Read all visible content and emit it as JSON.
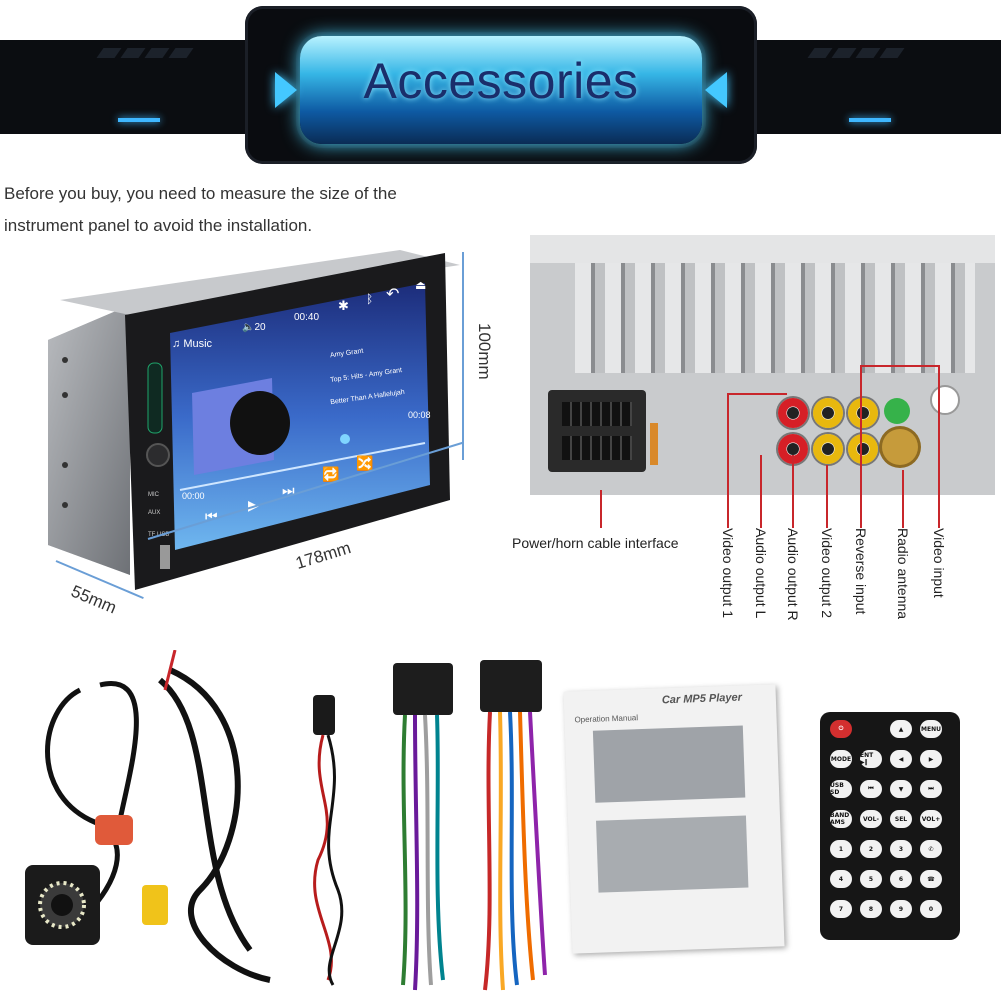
{
  "banner": {
    "title": "Accessories"
  },
  "intro": {
    "text": "Before you buy, you need to measure the size of the instrument panel to avoid the installation."
  },
  "head_unit": {
    "dims": {
      "height": "100mm",
      "width": "178mm",
      "depth": "55mm"
    },
    "screen": {
      "app": "Music",
      "volume": "20",
      "clock": "00:40",
      "artist": "Amy Grant",
      "album": "Top 5: Hits - Amy Grant",
      "track": "Better Than A Hallelujah",
      "elapsed": "00:00",
      "duration": "00:08",
      "progress_fraction": 0.6
    },
    "side_labels": {
      "mic": "MIC",
      "aux": "AUX",
      "usb": "TF USB"
    }
  },
  "back_panel": {
    "power_label": "Power/horn cable interface",
    "ports": [
      "Video output 1",
      "Audio output L",
      "Audio output R",
      "Video output 2",
      "Reverse input",
      "Radio antenna",
      "Video input"
    ]
  },
  "manual": {
    "title": "Car MP5 Player",
    "subtitle": "Operation Manual"
  },
  "remote": {
    "rows": [
      [
        "",
        "▲",
        "MENU"
      ],
      [
        "MODE",
        "ENT ▶‖",
        "◀",
        "▶"
      ],
      [
        "USB SD",
        "⏮",
        "▼",
        "⏭"
      ],
      [
        "BAND AMS",
        "VOL-",
        "SEL",
        "VOL+"
      ],
      [
        "1",
        "2",
        "3",
        "✆"
      ],
      [
        "4",
        "5",
        "6",
        "☎"
      ],
      [
        "7",
        "8",
        "9",
        "0"
      ]
    ]
  },
  "colors": {
    "accent_blue": "#3fb7ff",
    "cable_red": "#c8262b",
    "rca_yellow": "#e8b80e"
  }
}
